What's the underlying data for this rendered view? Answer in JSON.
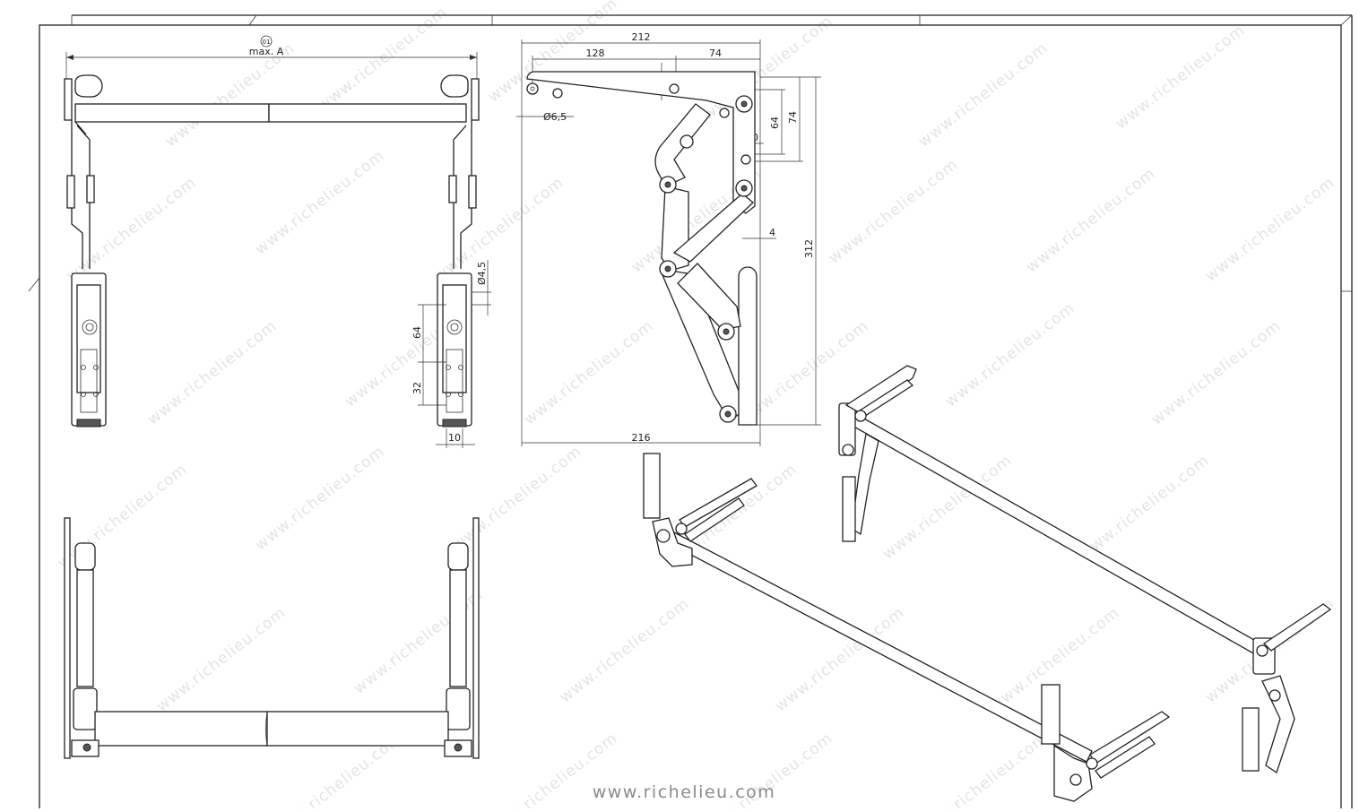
{
  "watermark": "www.richelieu.com",
  "footer": {
    "url": "www.richelieu.com"
  },
  "front_view": {
    "label_marker": "01",
    "label_width": "max. A",
    "dim_hole": "Ø4,5",
    "dim_64": "64",
    "dim_32": "32",
    "dim_10": "10"
  },
  "side_view": {
    "dim_212": "212",
    "dim_128": "128",
    "dim_74_top": "74",
    "dim_10_v": "10",
    "dim_65": "Ø6,5",
    "dim_74_right": "74",
    "dim_64_right": "64",
    "dim_10_h": "10",
    "dim_4": "4",
    "dim_312": "312",
    "dim_216": "216"
  }
}
